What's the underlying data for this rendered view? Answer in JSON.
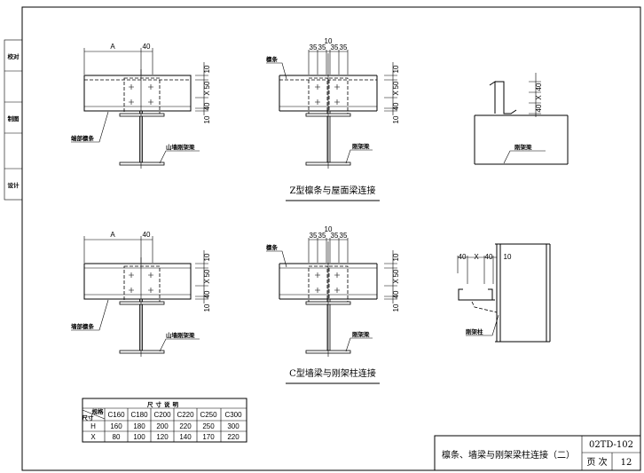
{
  "sidebar": {
    "labels": [
      "校对",
      "制图",
      "设计"
    ]
  },
  "details": {
    "top_left": {
      "dim_a": "A",
      "dim_40": "40",
      "right_dims": [
        "10",
        "50",
        "X",
        "40",
        "10"
      ],
      "label_purlin": "端部檩条",
      "label_beam": "山墙刚架梁"
    },
    "top_middle": {
      "dim_10": "10",
      "dims_35": [
        "35",
        "35",
        "35",
        "35"
      ],
      "right_dims": [
        "10",
        "50",
        "X",
        "40",
        "10"
      ],
      "label_purlin": "檩条",
      "label_beam": "刚架梁"
    },
    "top_right": {
      "right_dims": [
        "40",
        "X",
        "40"
      ],
      "label_beam": "刚架梁"
    },
    "top_caption": "Z型檩条与屋面梁连接",
    "bottom_left": {
      "dim_a": "A",
      "dim_40": "40",
      "right_dims": [
        "10",
        "50",
        "X",
        "40",
        "10"
      ],
      "label_purlin": "墙部檩条",
      "label_beam": "山墙刚架梁"
    },
    "bottom_middle": {
      "dim_10": "10",
      "dims_35": [
        "35",
        "35",
        "35",
        "35"
      ],
      "right_dims": [
        "10",
        "50",
        "X",
        "40",
        "10"
      ],
      "label_purlin": "檩条",
      "label_beam": "刚架梁"
    },
    "bottom_right": {
      "top_dims": [
        "40",
        "X",
        "40",
        "10"
      ],
      "label_column": "刚架柱"
    },
    "bottom_caption": "C型墙梁与刚架柱连接"
  },
  "table": {
    "title": "尺寸说明",
    "corner_top": "规格",
    "corner_bottom": "尺寸",
    "columns": [
      "C160",
      "C180",
      "C200",
      "C220",
      "C250",
      "C300"
    ],
    "rows": [
      {
        "label": "H",
        "values": [
          "160",
          "180",
          "200",
          "220",
          "250",
          "300"
        ]
      },
      {
        "label": "X",
        "values": [
          "80",
          "100",
          "120",
          "140",
          "170",
          "220"
        ]
      }
    ]
  },
  "title_block": {
    "title": "檩条、墙梁与刚架梁柱连接（二）",
    "drawing_no": "02TD-102",
    "page_label": "页 次",
    "page_no": "12"
  }
}
